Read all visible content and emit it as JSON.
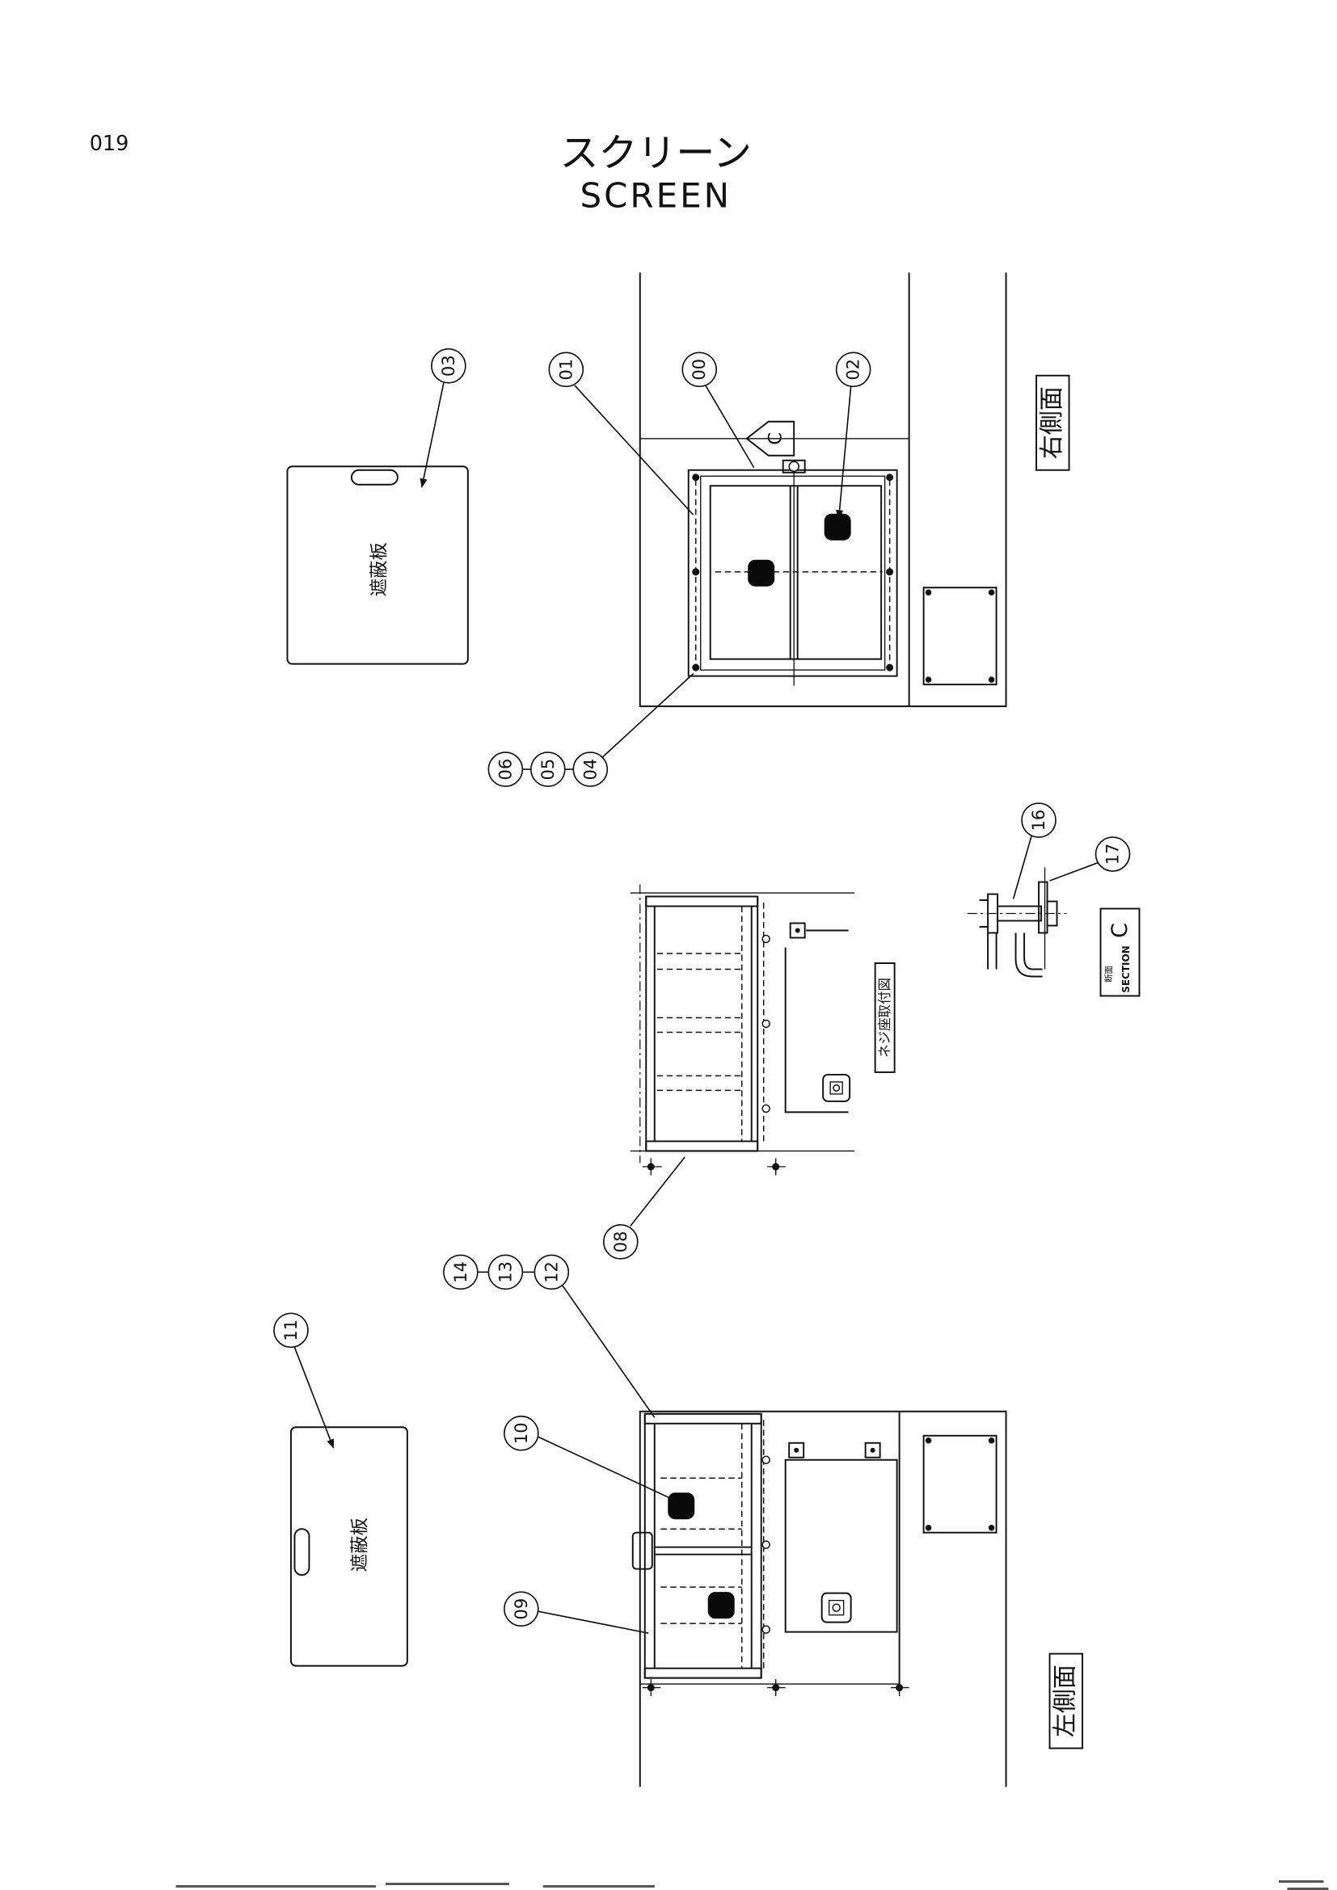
{
  "header": {
    "page_number": "019",
    "title_ja": "スクリーン",
    "title_en": "SCREEN"
  },
  "views": {
    "right_side_label": "右側面",
    "left_side_label": "左側面",
    "screw_seat_label": "ネジ座取付図"
  },
  "view_arrow_letter": "C",
  "section": {
    "label_ja": "断面",
    "label_en": "SECTION",
    "letter": "C"
  },
  "plates": {
    "upper_label": "遮蔽板",
    "lower_label": "遮蔽板"
  },
  "callouts": {
    "n00": "00",
    "n01": "01",
    "n02": "02",
    "n03": "03",
    "n04": "04",
    "n05": "05",
    "n06": "06",
    "n08": "08",
    "n09": "09",
    "n10": "10",
    "n11": "11",
    "n12": "12",
    "n13": "13",
    "n14": "14",
    "n16": "16",
    "n17": "17"
  }
}
